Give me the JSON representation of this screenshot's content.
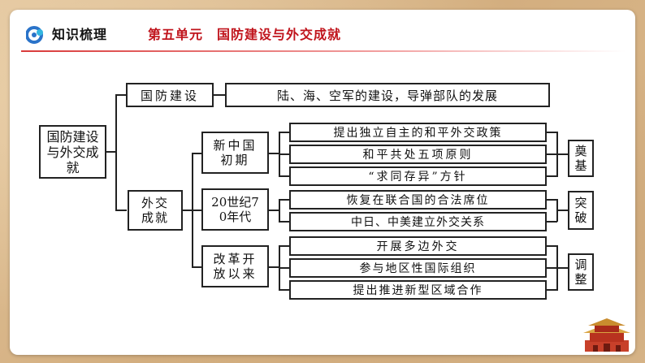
{
  "header": {
    "title": "知识梳理",
    "unit": "第五单元　国防建设与外交成就"
  },
  "colors": {
    "accent": "#c0141c",
    "logo_blue": "#2a73c9",
    "logo_cyan": "#33b6e0"
  },
  "diagram": {
    "root": "国防建设与外交成就",
    "defense": {
      "label": "国防建设",
      "detail": "陆、海、空军的建设，导弹部队的发展"
    },
    "diplomacy": {
      "label": "外交成就",
      "periods": [
        {
          "label": "新中国初期",
          "items": [
            "提出独立自主的和平外交政策",
            "和平共处五项原则",
            "“求同存异”方针"
          ],
          "summary": "奠基"
        },
        {
          "label": "20世纪70年代",
          "items": [
            "恢复在联合国的合法席位",
            "中日、中美建立外交关系"
          ],
          "summary": "突破"
        },
        {
          "label": "改革开放以来",
          "items": [
            "开展多边外交",
            "参与地区性国际组织",
            "提出推进新型区域合作"
          ],
          "summary": "调整"
        }
      ]
    }
  }
}
